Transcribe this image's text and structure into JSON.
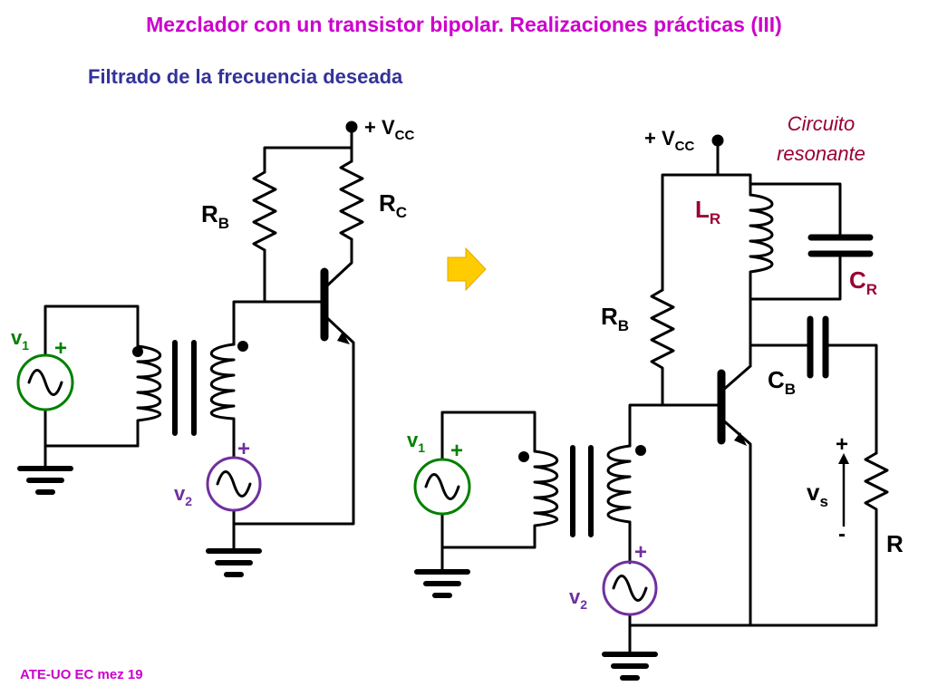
{
  "slide": {
    "title": "Mezclador con un transistor bipolar. Realizaciones prácticas (III)",
    "subtitle": "Filtrado de la frecuencia deseada",
    "footer": "ATE-UO EC mez 19"
  },
  "left_circuit": {
    "supply": {
      "prefix": "+ V",
      "sub": "CC"
    },
    "rb": {
      "main": "R",
      "sub": "B"
    },
    "rc": {
      "main": "R",
      "sub": "C"
    },
    "v1": {
      "main": "v",
      "sub": "1",
      "sign": "+"
    },
    "v2": {
      "main": "v",
      "sub": "2",
      "sign": "+"
    }
  },
  "right_circuit": {
    "supply": {
      "prefix": "+ V",
      "sub": "CC"
    },
    "resonant_note": [
      "Circuito",
      "resonante"
    ],
    "lr": {
      "main": "L",
      "sub": "R"
    },
    "cr": {
      "main": "C",
      "sub": "R"
    },
    "rb": {
      "main": "R",
      "sub": "B"
    },
    "cb": {
      "main": "C",
      "sub": "B"
    },
    "vs": {
      "main": "v",
      "sub": "s",
      "plus": "+",
      "minus": "-"
    },
    "r": {
      "main": "R"
    },
    "v1": {
      "main": "v",
      "sub": "1",
      "sign": "+"
    },
    "v2": {
      "main": "v",
      "sub": "2",
      "sign": "+"
    }
  },
  "colors": {
    "title": "#cc00cc",
    "subtitle": "#333399",
    "resonant": "#990033",
    "v1_source": "#008000",
    "v2_source": "#7030a0",
    "arrow": "#ffcc00"
  },
  "icons": [
    "arrow-right-icon",
    "ground-icon",
    "ac-source-icon",
    "npn-transistor-icon"
  ]
}
